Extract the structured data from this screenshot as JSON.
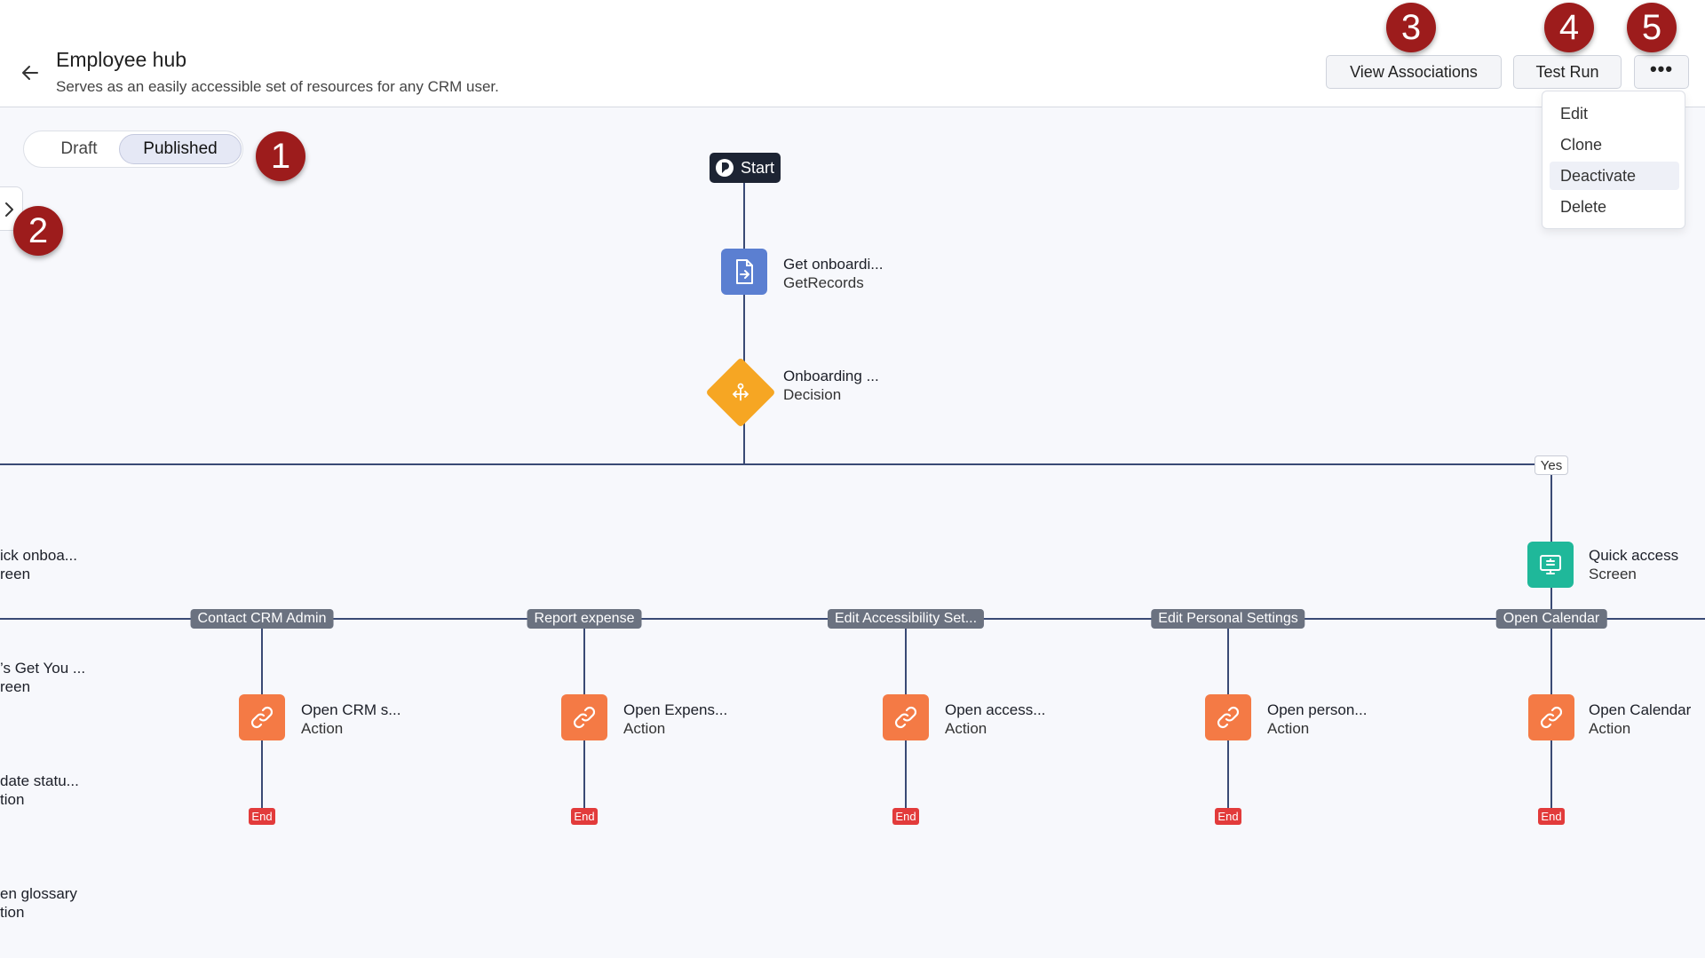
{
  "header": {
    "title": "Employee hub",
    "subtitle": "Serves as an easily accessible set of resources for any CRM user.",
    "view_associations": "View Associations",
    "test_run": "Test Run",
    "more_label": "•••"
  },
  "menu": {
    "items": [
      "Edit",
      "Clone",
      "Deactivate",
      "Delete"
    ]
  },
  "toggle": {
    "draft": "Draft",
    "published": "Published"
  },
  "markers": [
    "1",
    "2",
    "3",
    "4",
    "5"
  ],
  "flow": {
    "start": "Start",
    "get_records": {
      "title": "Get onboardi...",
      "subtitle": "GetRecords"
    },
    "decision": {
      "title": "Onboarding ...",
      "subtitle": "Decision"
    },
    "yes": "Yes",
    "quick_access": {
      "title": "Quick access",
      "subtitle": "Screen"
    },
    "branches": [
      {
        "label": "Contact CRM Admin",
        "title": "Open CRM s...",
        "subtitle": "Action",
        "end": "End"
      },
      {
        "label": "Report expense",
        "title": "Open Expens...",
        "subtitle": "Action",
        "end": "End"
      },
      {
        "label": "Edit Accessibility Set...",
        "title": "Open access...",
        "subtitle": "Action",
        "end": "End"
      },
      {
        "label": "Edit Personal Settings",
        "title": "Open person...",
        "subtitle": "Action",
        "end": "End"
      },
      {
        "label": "Open Calendar",
        "title": "Open Calendar",
        "subtitle": "Action",
        "end": "End"
      }
    ],
    "left_nodes": [
      {
        "title": "ick onboa...",
        "subtitle": "reen"
      },
      {
        "title": "’s Get You ...",
        "subtitle": "reen"
      },
      {
        "title": "date statu...",
        "subtitle": "tion"
      },
      {
        "title": "en glossary",
        "subtitle": "tion"
      }
    ]
  },
  "colors": {
    "connector": "#3a4a75",
    "get_records": "#5b7fd1",
    "decision": "#f6a623",
    "screen": "#1fb89a",
    "action": "#f47a45",
    "end": "#e23b3b",
    "marker": "#9d1c1c"
  }
}
